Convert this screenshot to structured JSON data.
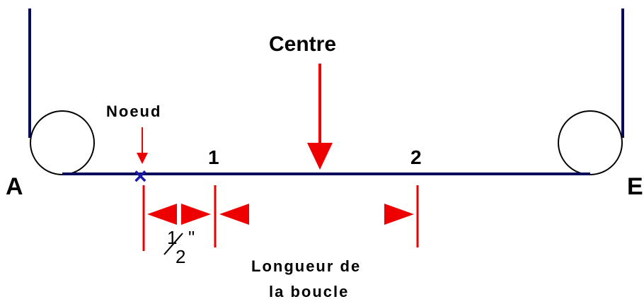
{
  "diagram": {
    "label_center": "Centre",
    "label_knot": "Noeud",
    "label_mark_1": "1",
    "label_mark_2": "2",
    "label_end_a": "A",
    "label_end_b": "E",
    "label_half_num": "1",
    "label_half_den": "2",
    "label_half_unit": "\"",
    "label_loop_line1": "Longueur de",
    "label_loop_line2": "la boucle",
    "knot_symbol": "×",
    "colors": {
      "line": "#0a0a5c",
      "arrow": "#ee0000",
      "knot": "#1a1aaa",
      "text": "#000000",
      "circle": "#000000"
    }
  }
}
